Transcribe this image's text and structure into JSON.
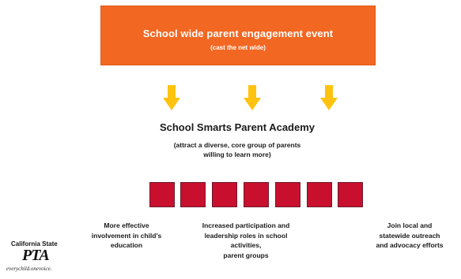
{
  "event": {
    "title": "School wide parent engagement event",
    "subtitle": "(cast the net wide)"
  },
  "academy": {
    "title": "School Smarts Parent Academy",
    "subtitle_lines": [
      "(attract  a diverse, core group of parents",
      "willing to learn more)"
    ]
  },
  "arrow_count": 3,
  "square_count": 7,
  "colors": {
    "event_box": "#f26722",
    "arrow": "#ffc20e",
    "square": "#c8102e",
    "square_border": "#6d1a2a"
  },
  "outcomes": [
    {
      "lines": [
        "More effective",
        "involvement in child's",
        "education"
      ]
    },
    {
      "lines": [
        "Increased participation  and",
        "leadership roles in school",
        "activities,",
        "parent groups"
      ]
    },
    {
      "lines": [
        "Join local and",
        "statewide outreach",
        "and advocacy efforts"
      ]
    }
  ],
  "logo": {
    "state": "California State",
    "name": "PTA",
    "tagline": "everychild.onevoice."
  }
}
